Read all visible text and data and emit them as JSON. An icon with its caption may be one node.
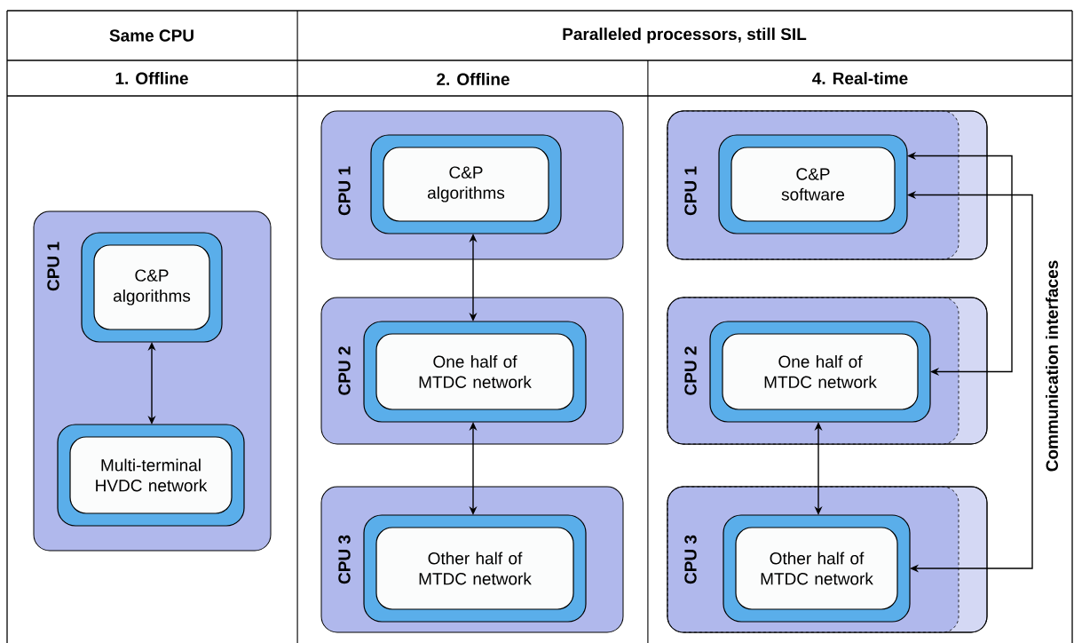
{
  "diagram": {
    "nodes": [
      {
        "text": [
          "CPU 1"
        ]
      },
      {
        "text": [
          "C&P algorithms"
        ],
        "in": 0
      },
      {
        "text": [
          "Multi-terminal HVDC network"
        ],
        "in": 0
      },
      {
        "text": [
          "CPU 1"
        ]
      },
      {
        "text": [
          "C&P algorithms"
        ],
        "in": 3
      },
      {
        "text": [
          "CPU 2"
        ]
      },
      {
        "text": [
          "One half of MTDC network"
        ],
        "in": 5
      },
      {
        "text": [
          "CPU 3"
        ]
      },
      {
        "text": [
          "Other half of MTDC network"
        ],
        "in": 7
      },
      {
        "text": [
          "CPU 1"
        ]
      },
      {
        "text": [
          "C&P software"
        ],
        "in": 9
      },
      {
        "text": [
          "CPU 2"
        ]
      },
      {
        "text": [
          "One half of MTDC network"
        ],
        "in": 11
      },
      {
        "text": [
          "CPU 3"
        ]
      },
      {
        "text": [
          "Other half of MTDC network"
        ],
        "in": 13
      }
    ],
    "edges": [
      {
        "from": 1,
        "to": 2,
        "arrow": "both"
      },
      {
        "from": 4,
        "to": 6,
        "arrow": "both"
      },
      {
        "from": 6,
        "to": 8,
        "arrow": "both"
      },
      {
        "from": 10,
        "to": 14,
        "arrow": "both"
      },
      {
        "from": 10,
        "to": 12,
        "arrow": "both"
      },
      {
        "from": 12,
        "to": 14,
        "arrow": "both"
      }
    ],
    "labels": [
      "Same CPU",
      "Paralleled processors, still SIL",
      "1. Offline",
      "2. Offline",
      "4. Real-time",
      "Communication interfaces"
    ]
  }
}
